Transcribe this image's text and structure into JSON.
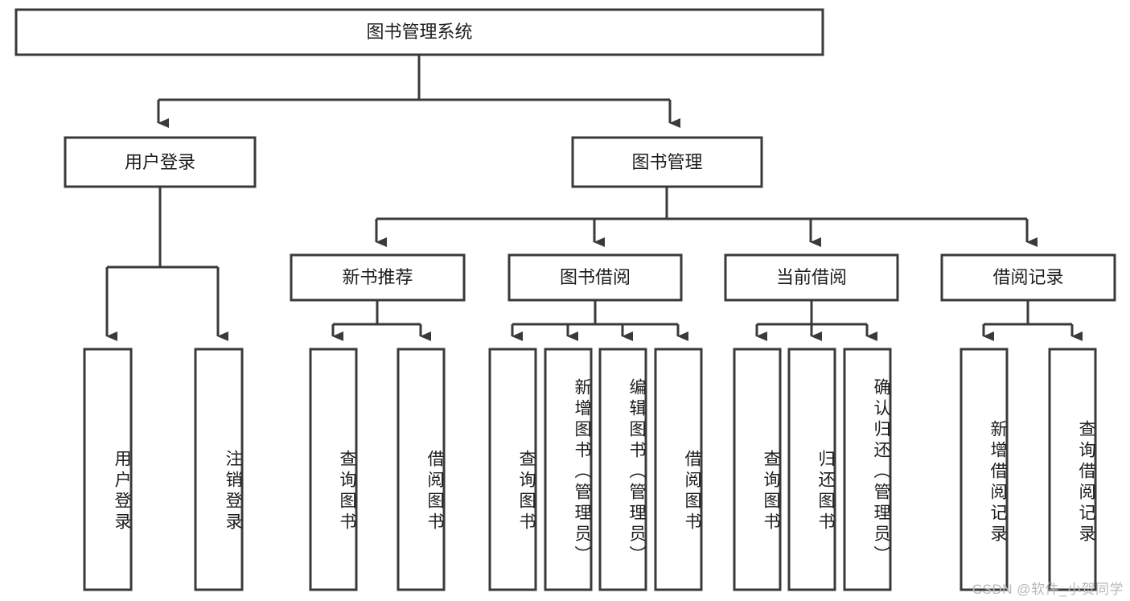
{
  "diagram": {
    "type": "tree-hierarchy",
    "title": "图书管理系统",
    "root": {
      "id": "root",
      "label": "图书管理系统",
      "orientation": "horizontal"
    },
    "level2": [
      {
        "id": "user-login",
        "label": "用户登录",
        "orientation": "horizontal"
      },
      {
        "id": "book-manage",
        "label": "图书管理",
        "orientation": "horizontal"
      }
    ],
    "level3": [
      {
        "id": "new-book-rec",
        "label": "新书推荐",
        "orientation": "horizontal",
        "parent": "book-manage"
      },
      {
        "id": "book-borrow",
        "label": "图书借阅",
        "orientation": "horizontal",
        "parent": "book-manage"
      },
      {
        "id": "current-borrow",
        "label": "当前借阅",
        "orientation": "horizontal",
        "parent": "book-manage"
      },
      {
        "id": "borrow-record",
        "label": "借阅记录",
        "orientation": "horizontal",
        "parent": "book-manage"
      }
    ],
    "leaves": [
      {
        "id": "leaf-user-login",
        "label": "用户登录",
        "orientation": "vertical",
        "parent": "user-login"
      },
      {
        "id": "leaf-logout-login",
        "label": "注销登录",
        "orientation": "vertical",
        "parent": "user-login"
      },
      {
        "id": "leaf-query-book-1",
        "label": "查询图书",
        "orientation": "vertical",
        "parent": "new-book-rec"
      },
      {
        "id": "leaf-borrow-book-1",
        "label": "借阅图书",
        "orientation": "vertical",
        "parent": "new-book-rec"
      },
      {
        "id": "leaf-query-book-2",
        "label": "查询图书",
        "orientation": "vertical",
        "parent": "book-borrow"
      },
      {
        "id": "leaf-add-book",
        "label": "新增图书（管理员）",
        "orientation": "vertical",
        "parent": "book-borrow"
      },
      {
        "id": "leaf-edit-book",
        "label": "编辑图书（管理员）",
        "orientation": "vertical",
        "parent": "book-borrow"
      },
      {
        "id": "leaf-borrow-book-2",
        "label": "借阅图书",
        "orientation": "vertical",
        "parent": "book-borrow"
      },
      {
        "id": "leaf-query-book-3",
        "label": "查询图书",
        "orientation": "vertical",
        "parent": "current-borrow"
      },
      {
        "id": "leaf-return-book",
        "label": "归还图书",
        "orientation": "vertical",
        "parent": "current-borrow"
      },
      {
        "id": "leaf-confirm-return",
        "label": "确认归还（管理员）",
        "orientation": "vertical",
        "parent": "current-borrow"
      },
      {
        "id": "leaf-add-record",
        "label": "新增借阅记录",
        "orientation": "vertical",
        "parent": "borrow-record"
      },
      {
        "id": "leaf-query-record",
        "label": "查询借阅记录",
        "orientation": "vertical",
        "parent": "borrow-record"
      }
    ],
    "colors": {
      "stroke": "#3a3a3a",
      "fill": "#ffffff",
      "text": "#1d1d1d",
      "watermark": "#b8b8b8"
    }
  },
  "watermark": {
    "text": "CSDN @软件_小贺同学"
  }
}
